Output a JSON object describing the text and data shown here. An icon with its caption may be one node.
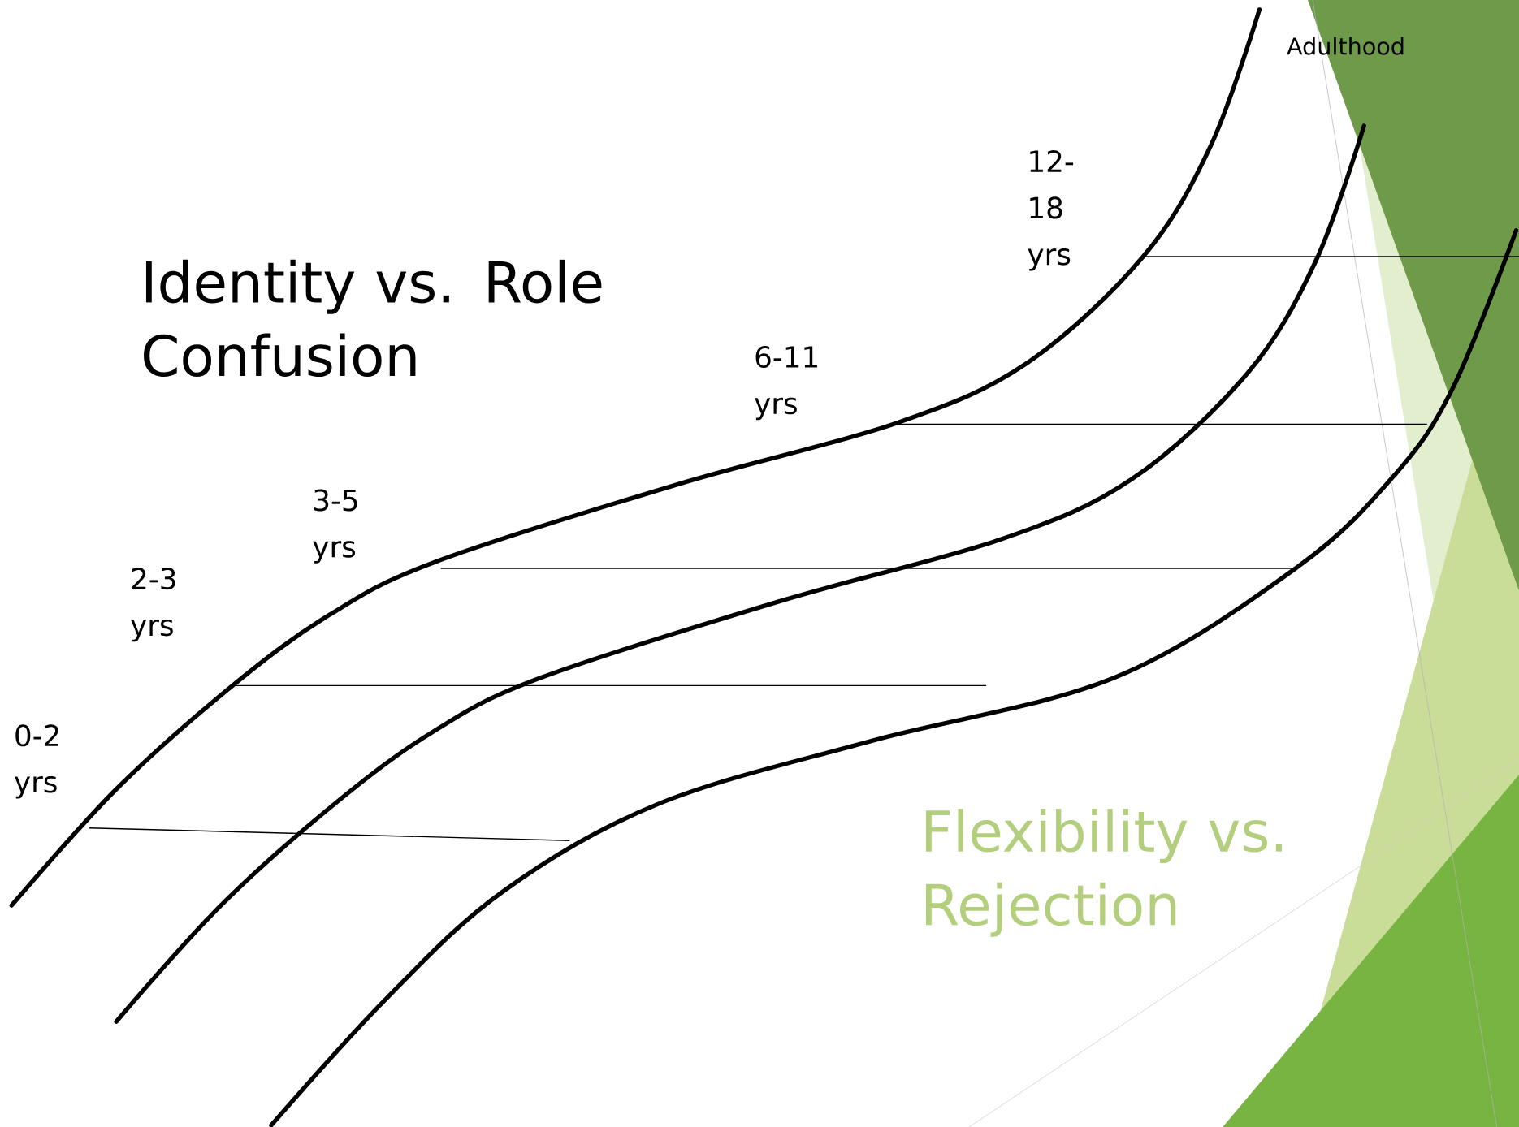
{
  "diagram": {
    "labels": [
      "Adulthood",
      "12- 18 yrs",
      "Identity vs. Role Confusion",
      "6-11 yrs",
      "3-5 yrs",
      "2-3 yrs",
      "0-2 yrs",
      "Flexibility vs. Rejection"
    ]
  }
}
